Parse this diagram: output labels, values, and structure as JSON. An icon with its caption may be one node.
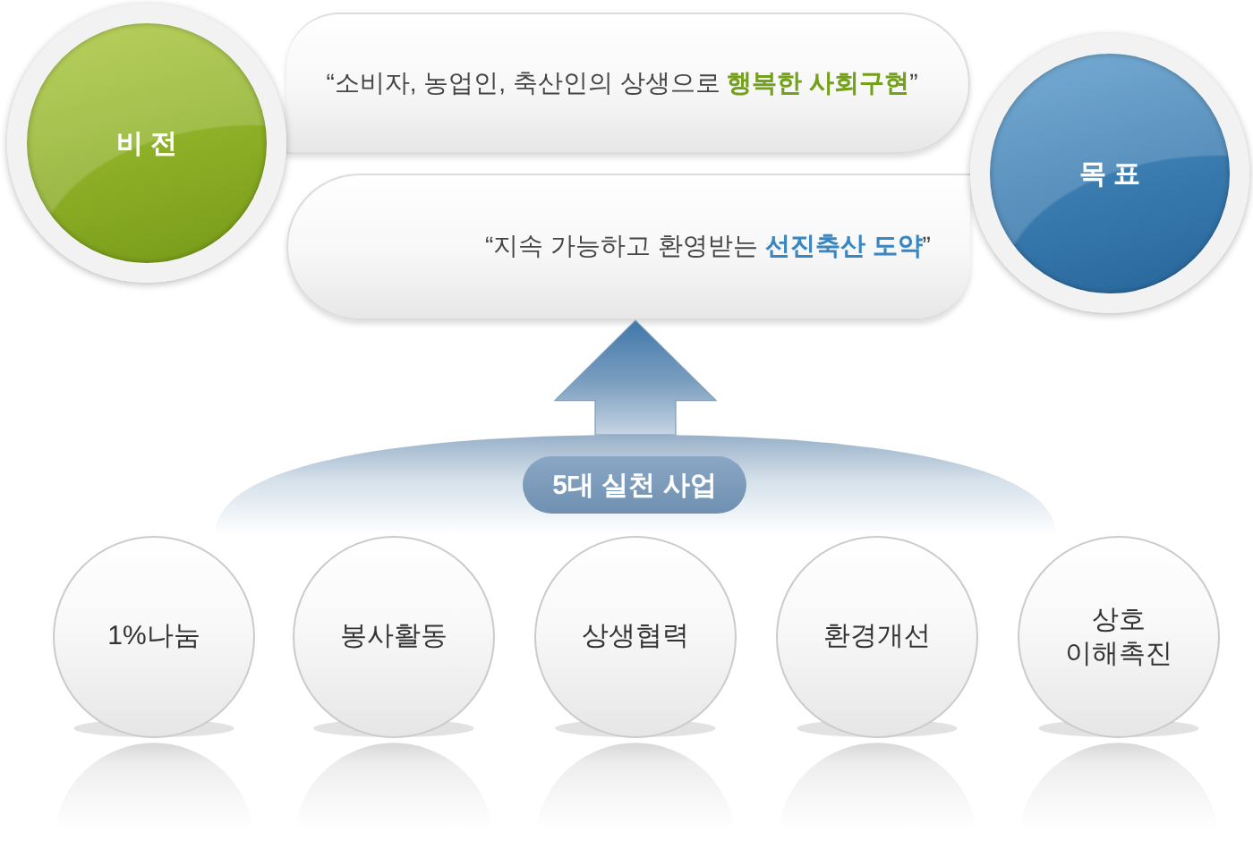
{
  "diagram": {
    "nodes": [
      {
        "text": [
          "비 전"
        ]
      },
      {
        "text": [
          "“소비자, 농업인, 축산인의 상생으로 **행복한 사회구현**”"
        ]
      },
      {
        "text": [
          "목 표"
        ]
      },
      {
        "text": [
          "“지속 가능하고 환영받는 **선진축산 도약**”"
        ]
      },
      {
        "text": [],
        "shape": "band"
      },
      {
        "text": [
          "5대 실천 사업"
        ],
        "in": 4
      },
      {
        "text": [
          "1%나눔"
        ]
      },
      {
        "text": [
          "봉사활동"
        ]
      },
      {
        "text": [
          "상생협력"
        ]
      },
      {
        "text": [
          "환경개선"
        ]
      },
      {
        "text": [
          "상호 이해촉진"
        ]
      }
    ],
    "edges": [
      {
        "from": 4,
        "to": 3,
        "arrow": "to"
      }
    ]
  }
}
